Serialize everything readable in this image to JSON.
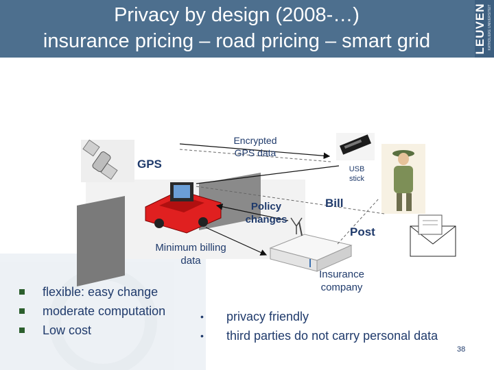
{
  "slide": {
    "title_line1": "Privacy by design (2008-…)",
    "title_line2": "insurance pricing – road pricing – smart grid",
    "logo_text": "LEUVEN",
    "logo_small_text": "KATHOLIEKE UNIVERSITEIT",
    "page_number": "38"
  },
  "diagram": {
    "gps_label": "GPS",
    "encrypted_line1": "Encrypted",
    "encrypted_line2": "GPS data",
    "usb_line1": "USB",
    "usb_line2": "stick",
    "bill_label": "Bill",
    "policy_line1": "Policy",
    "policy_line2": "changes",
    "post_label": "Post",
    "min_billing_line1": "Minimum billing",
    "min_billing_line2": "data",
    "insurance_line1": "Insurance",
    "insurance_line2": "company"
  },
  "left_bullets": [
    "flexible: easy change",
    "moderate computation",
    "Low cost"
  ],
  "right_bullets": [
    "privacy friendly",
    "third parties do not carry personal data"
  ],
  "colors": {
    "header_bg": "#4d6f8e",
    "text": "#1f3a6b",
    "car": "#e02020",
    "bullet_mark": "#2c5f2d"
  }
}
